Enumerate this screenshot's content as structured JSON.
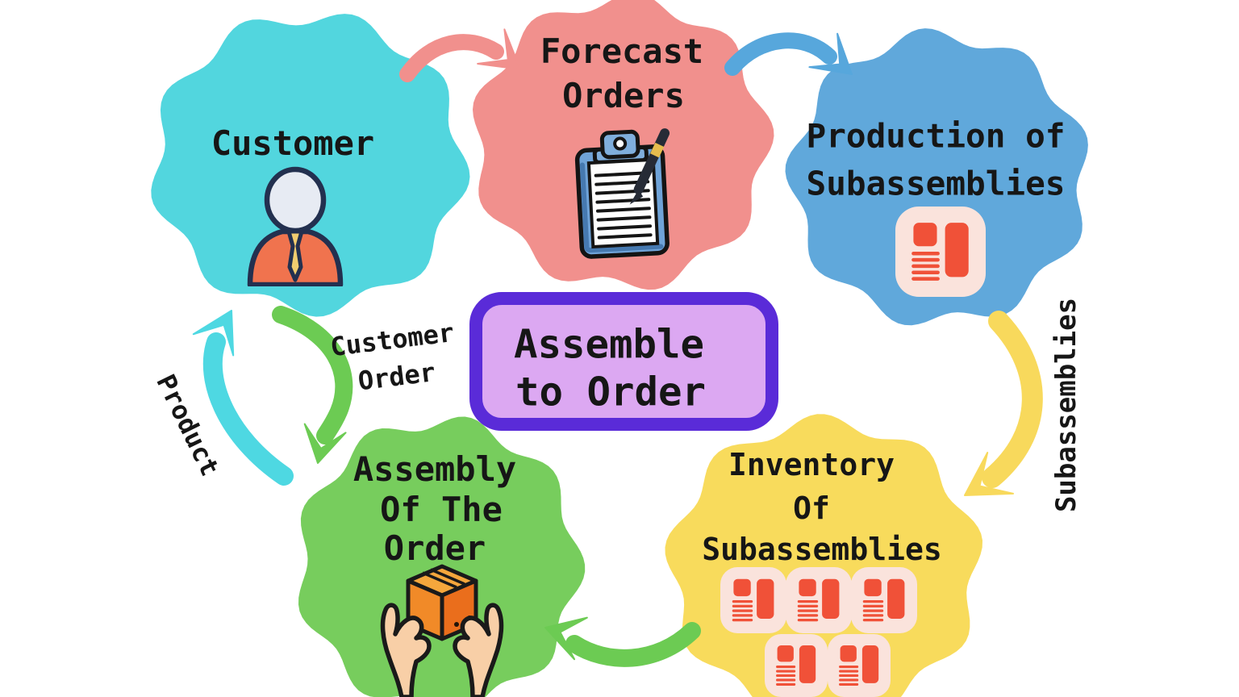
{
  "background": "#FFFFFF",
  "text_color": "#161616",
  "center_box": {
    "line1": "Assemble",
    "line2": "to Order",
    "fill": "#DCA8F2",
    "border_color": "#5A2BD8"
  },
  "nodes": {
    "customer": {
      "label": "Customer",
      "color": "#52D6DE",
      "icon": "person-icon"
    },
    "forecast": {
      "line1": "Forecast",
      "line2": "Orders",
      "color": "#F1908D",
      "icon": "clipboard-pen-icon"
    },
    "production": {
      "line1": "Production of",
      "line2": "Subassemblies",
      "color": "#60A8DB",
      "icon": "subassembly-doc-icon"
    },
    "inventory": {
      "line1": "Inventory",
      "line2": "Of",
      "line3": "Subassemblies",
      "color": "#F8DB5C",
      "icon": "subassembly-doc-icon-x5"
    },
    "assembly": {
      "line1": "Assembly",
      "line2": "Of The",
      "line3": "Order",
      "color": "#77CD5D",
      "icon": "hands-box-icon"
    }
  },
  "edge_labels": {
    "customer_order": {
      "line1": "Customer",
      "line2": "Order"
    },
    "product": "Product",
    "subassemblies": "Subassemblies"
  },
  "arrows": {
    "customer_to_forecast": {
      "color": "#F1908D"
    },
    "forecast_to_production": {
      "color": "#57A7DC"
    },
    "production_to_inventory": {
      "color": "#F8D95C"
    },
    "inventory_to_assembly": {
      "color": "#6CCB53"
    },
    "customer_to_assembly": {
      "color": "#6CCB53"
    },
    "assembly_to_customer": {
      "color": "#4ED8E2"
    }
  },
  "icon_colors": {
    "person_body": "#F0734E",
    "person_head": "#E7EBF3",
    "person_tie": "#F2CD6F",
    "person_outline": "#23304F",
    "clipboard_board": "#6FA3D8",
    "clipboard_clip": "#7FAEDC",
    "clipboard_paper": "#FEFEFE",
    "pen": "#262B36",
    "pen_band": "#E5BC4E",
    "doc_bg": "#FAE3DC",
    "doc_red": "#F05138",
    "box_top": "#F5A73C",
    "box_left": "#F18A28",
    "box_right": "#EA6E1C",
    "hand": "#F8CFA7",
    "dark_outline": "#1A1A1A"
  }
}
